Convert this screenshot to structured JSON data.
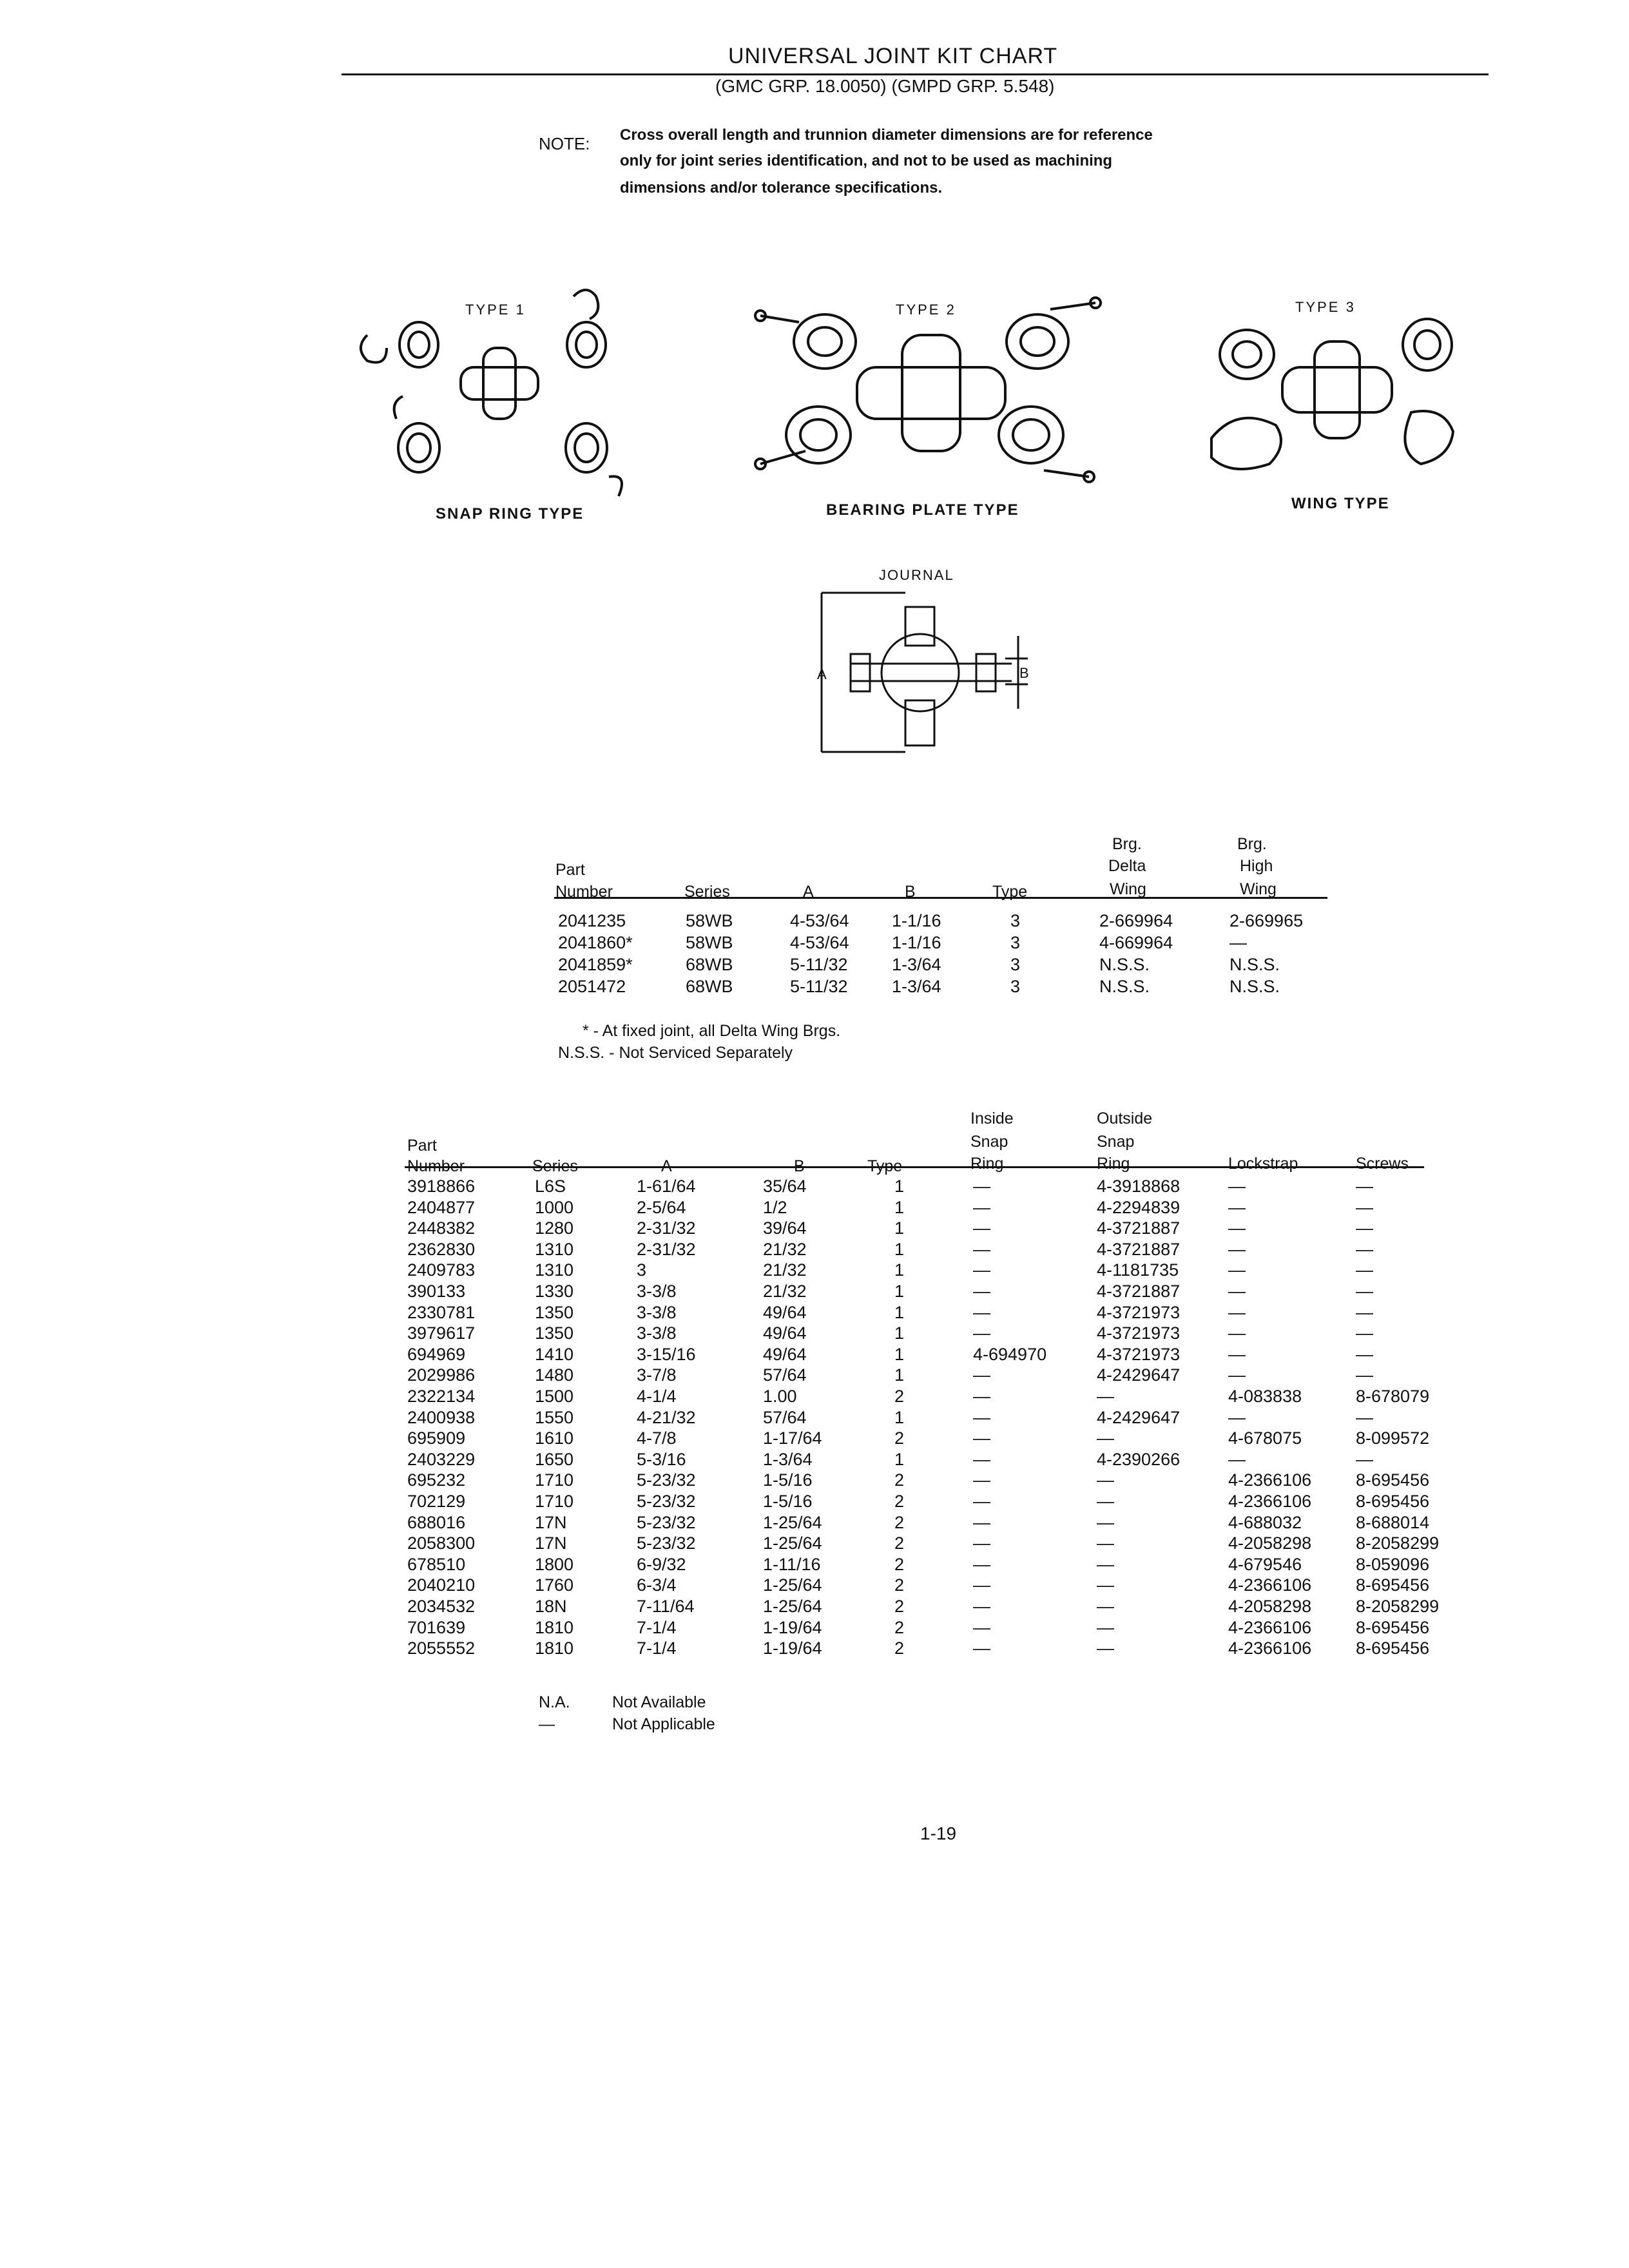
{
  "header": {
    "title": "UNIVERSAL JOINT KIT CHART",
    "subtitle": "(GMC GRP. 18.0050) (GMPD GRP. 5.548)"
  },
  "note": {
    "label": "NOTE:",
    "lines": [
      "Cross overall length and trunnion diameter dimensions are for reference",
      "only for joint series identification, and not to be used as machining",
      "dimensions and/or tolerance specifications."
    ]
  },
  "figures": {
    "type1": {
      "label": "TYPE 1",
      "caption": "SNAP RING TYPE"
    },
    "type2": {
      "label": "TYPE 2",
      "caption": "BEARING PLATE TYPE"
    },
    "type3": {
      "label": "TYPE 3",
      "caption": "WING TYPE"
    },
    "journal": {
      "label": "JOURNAL",
      "dim_a": "A",
      "dim_b": "B"
    }
  },
  "table1": {
    "headers": {
      "part_1": "Part",
      "part_2": "Number",
      "series": "Series",
      "a": "A",
      "b": "B",
      "type": "Type",
      "delta_1": "Brg.",
      "delta_2": "Delta",
      "delta_3": "Wing",
      "high_1": "Brg.",
      "high_2": "High",
      "high_3": "Wing"
    },
    "rows": [
      [
        "2041235",
        "58WB",
        "4-53/64",
        "1-1/16",
        "3",
        "2-669964",
        "2-669965"
      ],
      [
        "2041860*",
        "58WB",
        "4-53/64",
        "1-1/16",
        "3",
        "4-669964",
        "—"
      ],
      [
        "2041859*",
        "68WB",
        "5-11/32",
        "1-3/64",
        "3",
        "N.S.S.",
        "N.S.S."
      ],
      [
        "2051472",
        "68WB",
        "5-11/32",
        "1-3/64",
        "3",
        "N.S.S.",
        "N.S.S."
      ]
    ],
    "footnotes": [
      "* - At fixed joint, all Delta Wing Brgs.",
      "N.S.S. - Not Serviced Separately"
    ]
  },
  "table2": {
    "headers": {
      "part_1": "Part",
      "part_2": "Number",
      "series": "Series",
      "a": "A",
      "b": "B",
      "type": "Type",
      "inside_1": "Inside",
      "inside_2": "Snap",
      "inside_3": "Ring",
      "outside_1": "Outside",
      "outside_2": "Snap",
      "outside_3": "Ring",
      "lockstrap": "Lockstrap",
      "screws": "Screws"
    },
    "rows": [
      [
        "3918866",
        "L6S",
        "1-61/64",
        "35/64",
        "1",
        "—",
        "4-3918868",
        "—",
        "—"
      ],
      [
        "2404877",
        "1000",
        "2-5/64",
        "1/2",
        "1",
        "—",
        "4-2294839",
        "—",
        "—"
      ],
      [
        "2448382",
        "1280",
        "2-31/32",
        "39/64",
        "1",
        "—",
        "4-3721887",
        "—",
        "—"
      ],
      [
        "2362830",
        "1310",
        "2-31/32",
        "21/32",
        "1",
        "—",
        "4-3721887",
        "—",
        "—"
      ],
      [
        "2409783",
        "1310",
        "3",
        "21/32",
        "1",
        "—",
        "4-1181735",
        "—",
        "—"
      ],
      [
        "390133",
        "1330",
        "3-3/8",
        "21/32",
        "1",
        "—",
        "4-3721887",
        "—",
        "—"
      ],
      [
        "2330781",
        "1350",
        "3-3/8",
        "49/64",
        "1",
        "—",
        "4-3721973",
        "—",
        "—"
      ],
      [
        "3979617",
        "1350",
        "3-3/8",
        "49/64",
        "1",
        "—",
        "4-3721973",
        "—",
        "—"
      ],
      [
        "694969",
        "1410",
        "3-15/16",
        "49/64",
        "1",
        "4-694970",
        "4-3721973",
        "—",
        "—"
      ],
      [
        "2029986",
        "1480",
        "3-7/8",
        "57/64",
        "1",
        "—",
        "4-2429647",
        "—",
        "—"
      ],
      [
        "2322134",
        "1500",
        "4-1/4",
        "1.00",
        "2",
        "—",
        "—",
        "4-083838",
        "8-678079"
      ],
      [
        "2400938",
        "1550",
        "4-21/32",
        "57/64",
        "1",
        "—",
        "4-2429647",
        "—",
        "—"
      ],
      [
        "695909",
        "1610",
        "4-7/8",
        "1-17/64",
        "2",
        "—",
        "—",
        "4-678075",
        "8-099572"
      ],
      [
        "2403229",
        "1650",
        "5-3/16",
        "1-3/64",
        "1",
        "—",
        "4-2390266",
        "—",
        "—"
      ],
      [
        "695232",
        "1710",
        "5-23/32",
        "1-5/16",
        "2",
        "—",
        "—",
        "4-2366106",
        "8-695456"
      ],
      [
        "702129",
        "1710",
        "5-23/32",
        "1-5/16",
        "2",
        "—",
        "—",
        "4-2366106",
        "8-695456"
      ],
      [
        "688016",
        "17N",
        "5-23/32",
        "1-25/64",
        "2",
        "—",
        "—",
        "4-688032",
        "8-688014"
      ],
      [
        "2058300",
        "17N",
        "5-23/32",
        "1-25/64",
        "2",
        "—",
        "—",
        "4-2058298",
        "8-2058299"
      ],
      [
        "678510",
        "1800",
        "6-9/32",
        "1-11/16",
        "2",
        "—",
        "—",
        "4-679546",
        "8-059096"
      ],
      [
        "2040210",
        "1760",
        "6-3/4",
        "1-25/64",
        "2",
        "—",
        "—",
        "4-2366106",
        "8-695456"
      ],
      [
        "2034532",
        "18N",
        "7-11/64",
        "1-25/64",
        "2",
        "—",
        "—",
        "4-2058298",
        "8-2058299"
      ],
      [
        "701639",
        "1810",
        "7-1/4",
        "1-19/64",
        "2",
        "—",
        "—",
        "4-2366106",
        "8-695456"
      ],
      [
        "2055552",
        "1810",
        "7-1/4",
        "1-19/64",
        "2",
        "—",
        "—",
        "4-2366106",
        "8-695456"
      ]
    ],
    "legend": [
      {
        "abbr": "N.A.",
        "text": "Not Available"
      },
      {
        "abbr": "—",
        "text": "Not Applicable"
      }
    ]
  },
  "page_number": "1-19"
}
